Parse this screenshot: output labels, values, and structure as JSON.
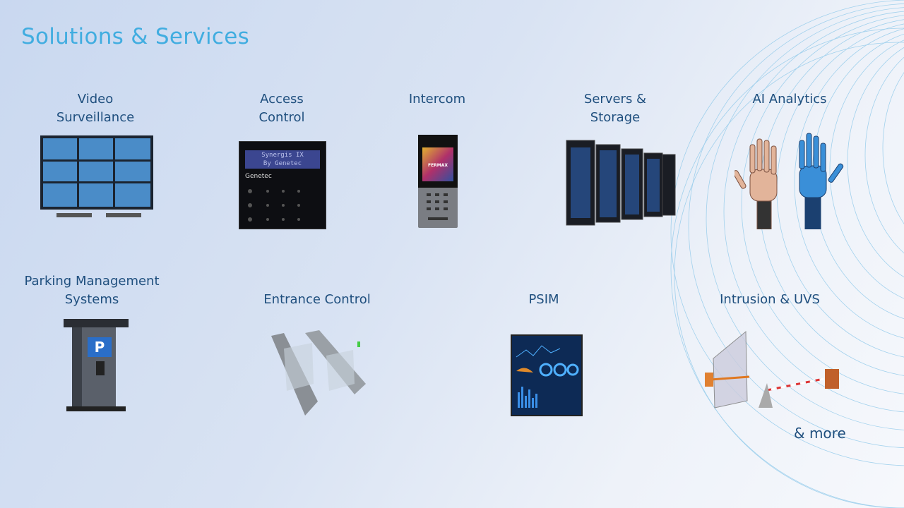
{
  "title": "Solutions & Services",
  "items": [
    {
      "label_line1": "Video",
      "label_line2": "Surveillance"
    },
    {
      "label_line1": "Access",
      "label_line2": "Control",
      "screen_line1": "Synergis IX",
      "screen_line2": "By Genetec",
      "brand": "Genetec"
    },
    {
      "label_line1": "Intercom",
      "brand": "FERMAX"
    },
    {
      "label_line1": "Servers &",
      "label_line2": "Storage"
    },
    {
      "label_line1": "AI Analytics"
    },
    {
      "label_line1": "Parking Management",
      "label_line2": "Systems",
      "sign": "P"
    },
    {
      "label_line1": "Entrance Control"
    },
    {
      "label_line1": "PSIM"
    },
    {
      "label_line1": "Intrusion & UVS"
    }
  ],
  "more": "& more",
  "colors": {
    "title": "#41ade0",
    "label": "#1f4f7e"
  }
}
